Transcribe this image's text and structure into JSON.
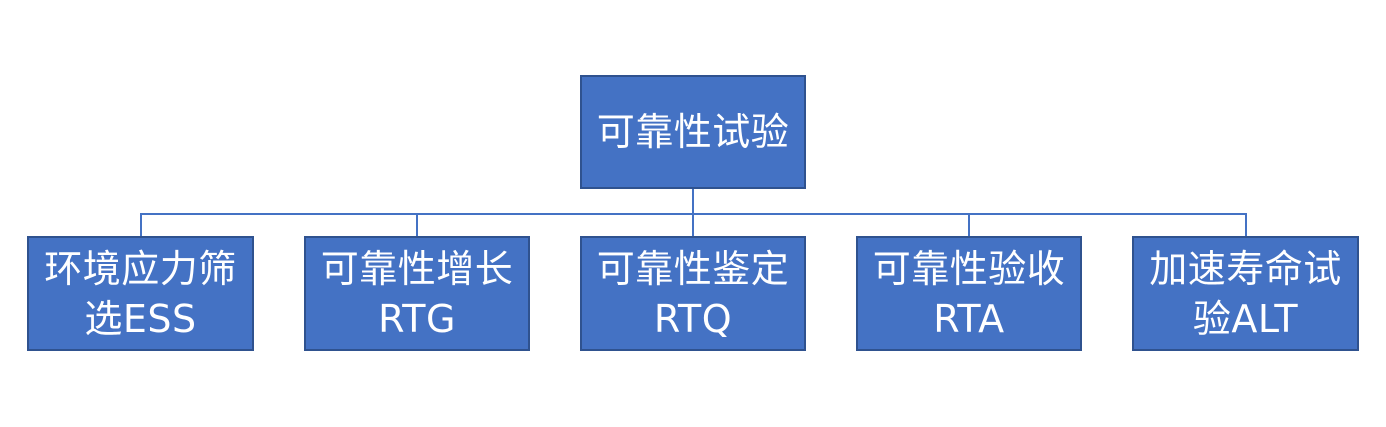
{
  "diagram": {
    "root": {
      "label": "可靠性试验"
    },
    "children": [
      {
        "label": "环境应力筛\n选ESS"
      },
      {
        "label": "可靠性增长\nRTG"
      },
      {
        "label": "可靠性鉴定\nRTQ"
      },
      {
        "label": "可靠性验收\nRTA"
      },
      {
        "label": "加速寿命试\n验ALT"
      }
    ],
    "colors": {
      "box_fill": "#4472c4",
      "box_border": "#2f528f",
      "connector": "#4472c4",
      "text": "#ffffff"
    }
  }
}
